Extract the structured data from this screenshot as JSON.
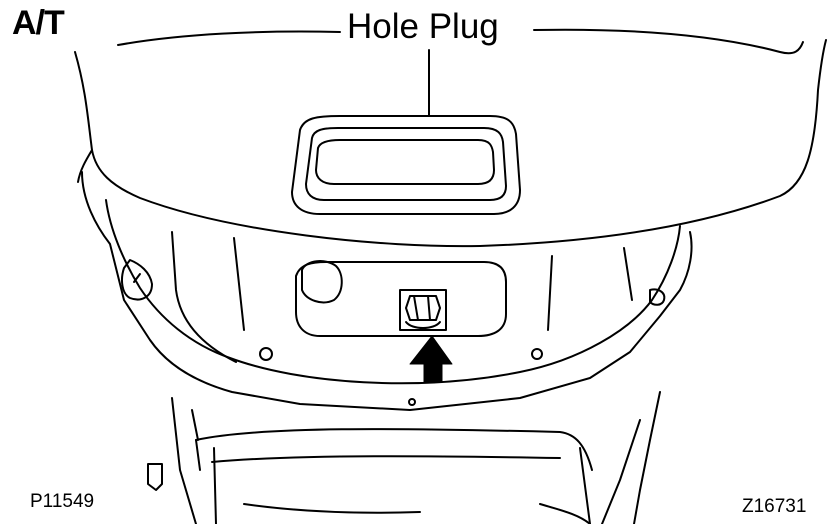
{
  "labels": {
    "variant": "A/T",
    "callout": "Hole Plug",
    "left_code": "P11549",
    "right_code": "Z16731"
  },
  "colors": {
    "ink": "#000000",
    "paper": "#ffffff"
  },
  "icons": {
    "arrow": "arrow-up-icon"
  }
}
